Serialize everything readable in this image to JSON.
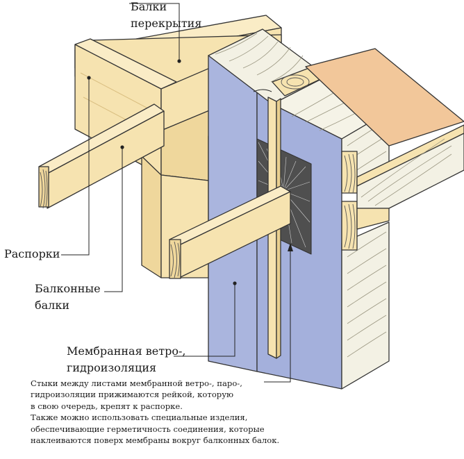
{
  "labels": {
    "floor_beams": [
      "Балки",
      "перекрытия"
    ],
    "spacers": "Распорки",
    "balcony_beams": [
      "Балконные",
      "балки"
    ],
    "membrane": [
      "Мембранная ветро-,",
      "гидроизоляция"
    ]
  },
  "note": [
    "Стыки между листами мембранной ветро-, паро-,",
    "гидроизоляции прижимаются рейкой, которую",
    "в свою очередь, крепят к распорке.",
    "Также можно использовать специальные изделия,",
    "обеспечивающие герметичность соединения, которые",
    "наклеиваются поверх мембраны вокруг балконных балок."
  ],
  "colors": {
    "wood": "#f6e3b0",
    "wood_shade": "#e9cf8f",
    "membrane": "#a9b4dd",
    "insulation": "#f3f1e4",
    "sheathing": "#f2c79a",
    "outline": "#333333",
    "tape": "#555555"
  }
}
